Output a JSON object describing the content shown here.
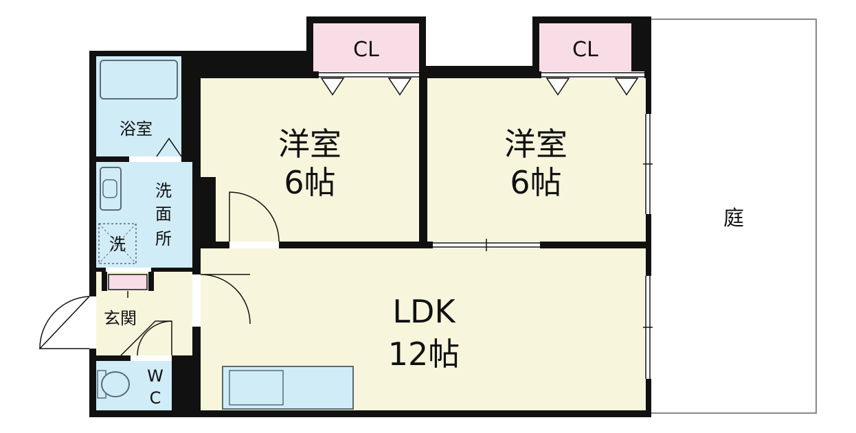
{
  "colors": {
    "wall": "#111111",
    "room_fill": "#f7f5dc",
    "water_fill": "#d0ecf7",
    "closet_fill": "#f8dde7",
    "yard_line": "#888888",
    "fixture_line": "#5a6b73"
  },
  "rooms": {
    "bedroom_left": {
      "name": "洋室",
      "size": "6帖"
    },
    "bedroom_right": {
      "name": "洋室",
      "size": "6帖"
    },
    "ldk": {
      "name": "LDK",
      "size": "12帖"
    },
    "closet_left": {
      "name": "CL"
    },
    "closet_right": {
      "name": "CL"
    },
    "bath": {
      "name": "浴室"
    },
    "washroom": {
      "chars": [
        "洗",
        "面",
        "所"
      ]
    },
    "washer": {
      "name": "洗"
    },
    "entrance": {
      "name": "玄関"
    },
    "toilet": {
      "chars": [
        "W",
        "C"
      ]
    },
    "yard": {
      "name": "庭"
    }
  }
}
